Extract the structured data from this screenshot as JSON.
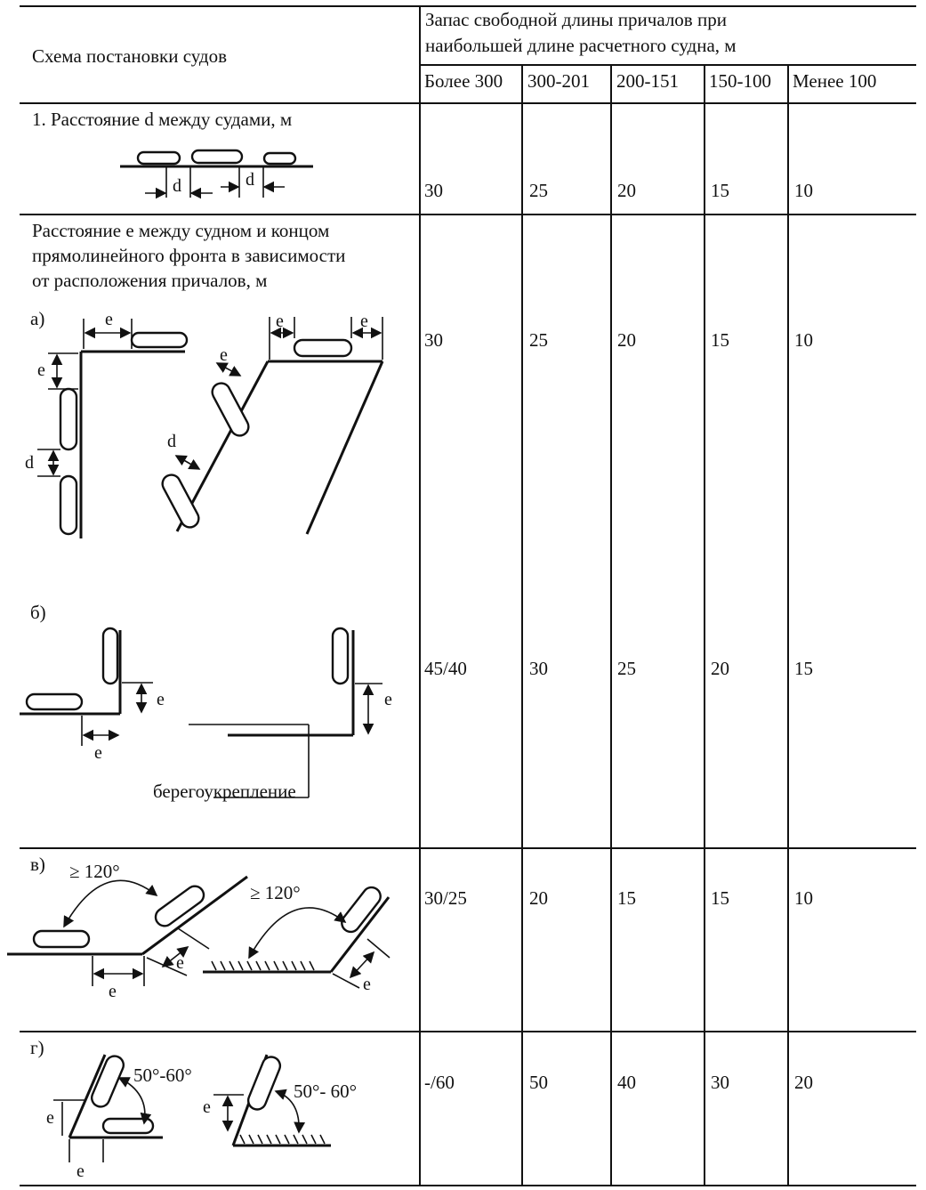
{
  "header": {
    "scheme_title": "Схема постановки судов",
    "group_title_line1": "Запас свободной длины причалов при",
    "group_title_line2": "наибольшей  длине расчетного судна, м",
    "columns": [
      "Более 300",
      "300-201",
      "200-151",
      "150-100",
      "Менее 100"
    ]
  },
  "rows": [
    {
      "label": "1. Расстояние d между судами, м",
      "values": [
        "30",
        "25",
        "20",
        "15",
        "10"
      ]
    },
    {
      "label_lines": [
        "Расстояние е между судном и концом",
        "прямолинейного фронта в зависимости",
        "от расположения причалов, м"
      ],
      "sub": "а)",
      "values": [
        "30",
        "25",
        "20",
        "15",
        "10"
      ]
    },
    {
      "sub": "б)",
      "values": [
        "45/40",
        "30",
        "25",
        "20",
        "15"
      ],
      "caption": "берегоукрепление"
    },
    {
      "sub": "в)",
      "values": [
        "30/25",
        "20",
        "15",
        "15",
        "10"
      ],
      "angle1": "≥ 120°",
      "angle2": "≥ 120°"
    },
    {
      "sub": "г)",
      "values": [
        "-/60",
        "50",
        "40",
        "30",
        "20"
      ],
      "angle1": "50°-60°",
      "angle2": "50°- 60°"
    }
  ],
  "figure_letters": {
    "d": "d",
    "e": "e"
  }
}
